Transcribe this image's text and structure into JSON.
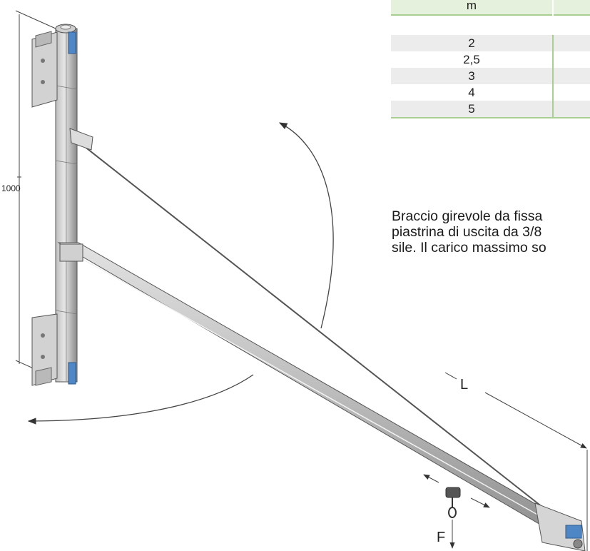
{
  "table": {
    "header_unit": "m",
    "lengths": [
      "2",
      "2,5",
      "3",
      "4",
      "5"
    ]
  },
  "description": {
    "lines": [
      "Braccio girevole da fissa",
      "piastrina di uscita da 3/8",
      "sile. Il carico massimo so"
    ]
  },
  "dimensions": {
    "height": "1000",
    "length": "L",
    "force": "F"
  },
  "colors": {
    "table_accent": "#a8cf91",
    "table_header_bg": "#e5f1dc",
    "table_row_shade": "#ececec",
    "metal_light": "#d9d9d9",
    "metal_dark": "#8f8f8f",
    "clamp_blue": "#4f86c6"
  }
}
